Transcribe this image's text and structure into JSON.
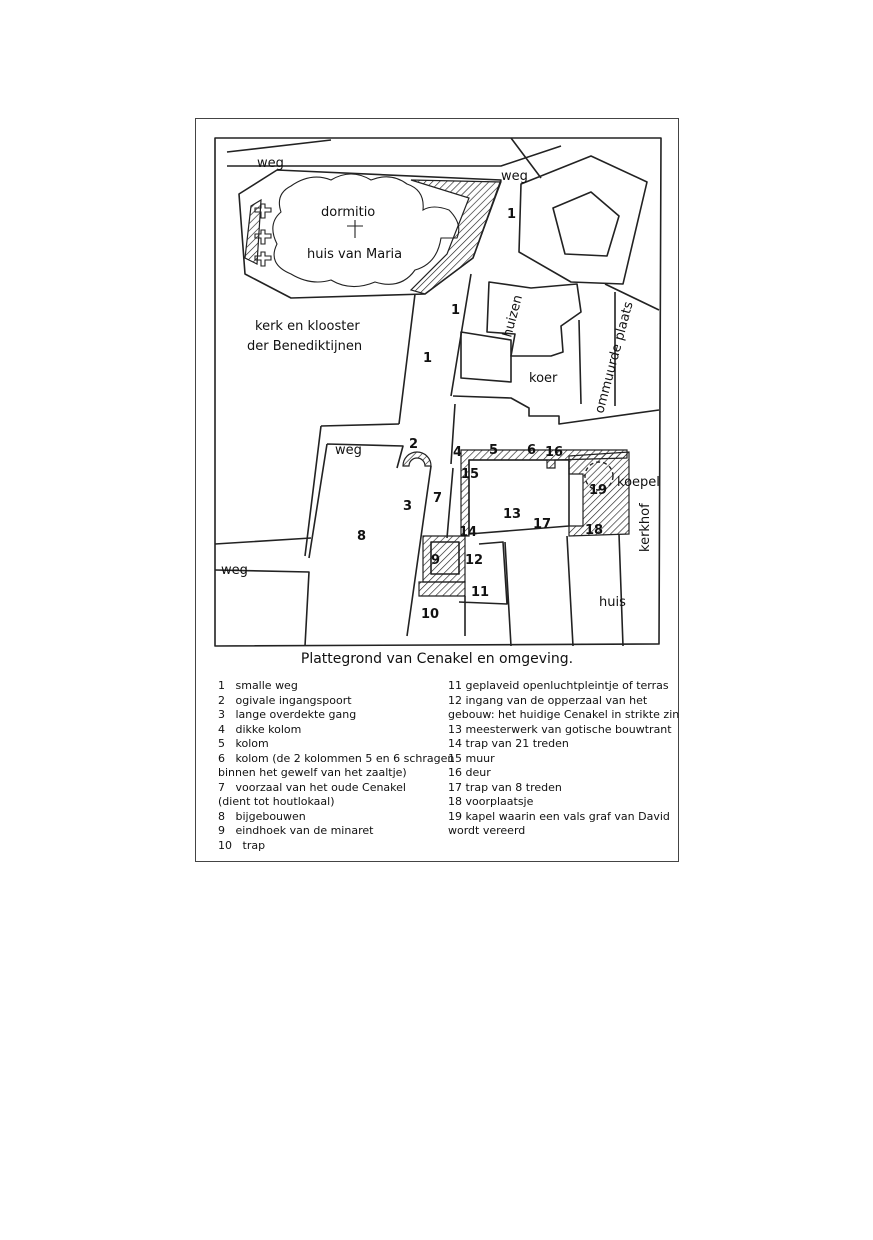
{
  "map": {
    "labels": {
      "weg_top_left": "weg",
      "weg_top_right": "weg",
      "dormitio": "dormitio",
      "huis_van_maria": "huis van Maria",
      "kerk_line1": "kerk en klooster",
      "kerk_line2": "der Benediktijnen",
      "huizen": "huizen",
      "koer": "koer",
      "ommuurde_plaats": "ommuurde plaats",
      "weg_mid": "weg",
      "koepel": "koepel",
      "kerkhof": "kerkhof",
      "weg_bottom": "weg",
      "huis": "huis"
    },
    "numbers": [
      "1",
      "1",
      "1",
      "2",
      "3",
      "4",
      "5",
      "6",
      "7",
      "8",
      "9",
      "10",
      "11",
      "12",
      "13",
      "14",
      "15",
      "16",
      "17",
      "18",
      "19"
    ]
  },
  "caption": "Plattegrond van Cenakel en omgeving.",
  "legend_left": [
    {
      "num": "1",
      "text": "smalle weg"
    },
    {
      "num": "2",
      "text": "ogivale ingangspoort"
    },
    {
      "num": "3",
      "text": "lange overdekte gang"
    },
    {
      "num": "4",
      "text": "dikke kolom"
    },
    {
      "num": "5",
      "text": "kolom"
    },
    {
      "num": "6",
      "text": "kolom (de 2 kolommen 5 en 6 schragen",
      "cont": "binnen het gewelf van het zaaltje)"
    },
    {
      "num": "7",
      "text": "voorzaal van het oude Cenakel",
      "cont": "(dient tot houtlokaal)"
    },
    {
      "num": "8",
      "text": "bijgebouwen"
    },
    {
      "num": "9",
      "text": "eindhoek van de minaret"
    },
    {
      "num": "10",
      "text": "trap"
    }
  ],
  "legend_right": [
    {
      "num": "11",
      "text": "geplaveid openluchtpleintje of terras"
    },
    {
      "num": "12",
      "text": "ingang van de opperzaal van het",
      "cont": "gebouw: het huidige Cenakel in strikte zin"
    },
    {
      "num": "13",
      "text": "meesterwerk van gotische bouwtrant"
    },
    {
      "num": "14",
      "text": "trap van 21 treden"
    },
    {
      "num": "15",
      "text": "muur"
    },
    {
      "num": "16",
      "text": "deur"
    },
    {
      "num": "17",
      "text": "trap van 8 treden"
    },
    {
      "num": "18",
      "text": "voorplaatsje"
    },
    {
      "num": "19",
      "text": "kapel waarin een vals graf van David",
      "cont": "wordt vereerd"
    }
  ]
}
